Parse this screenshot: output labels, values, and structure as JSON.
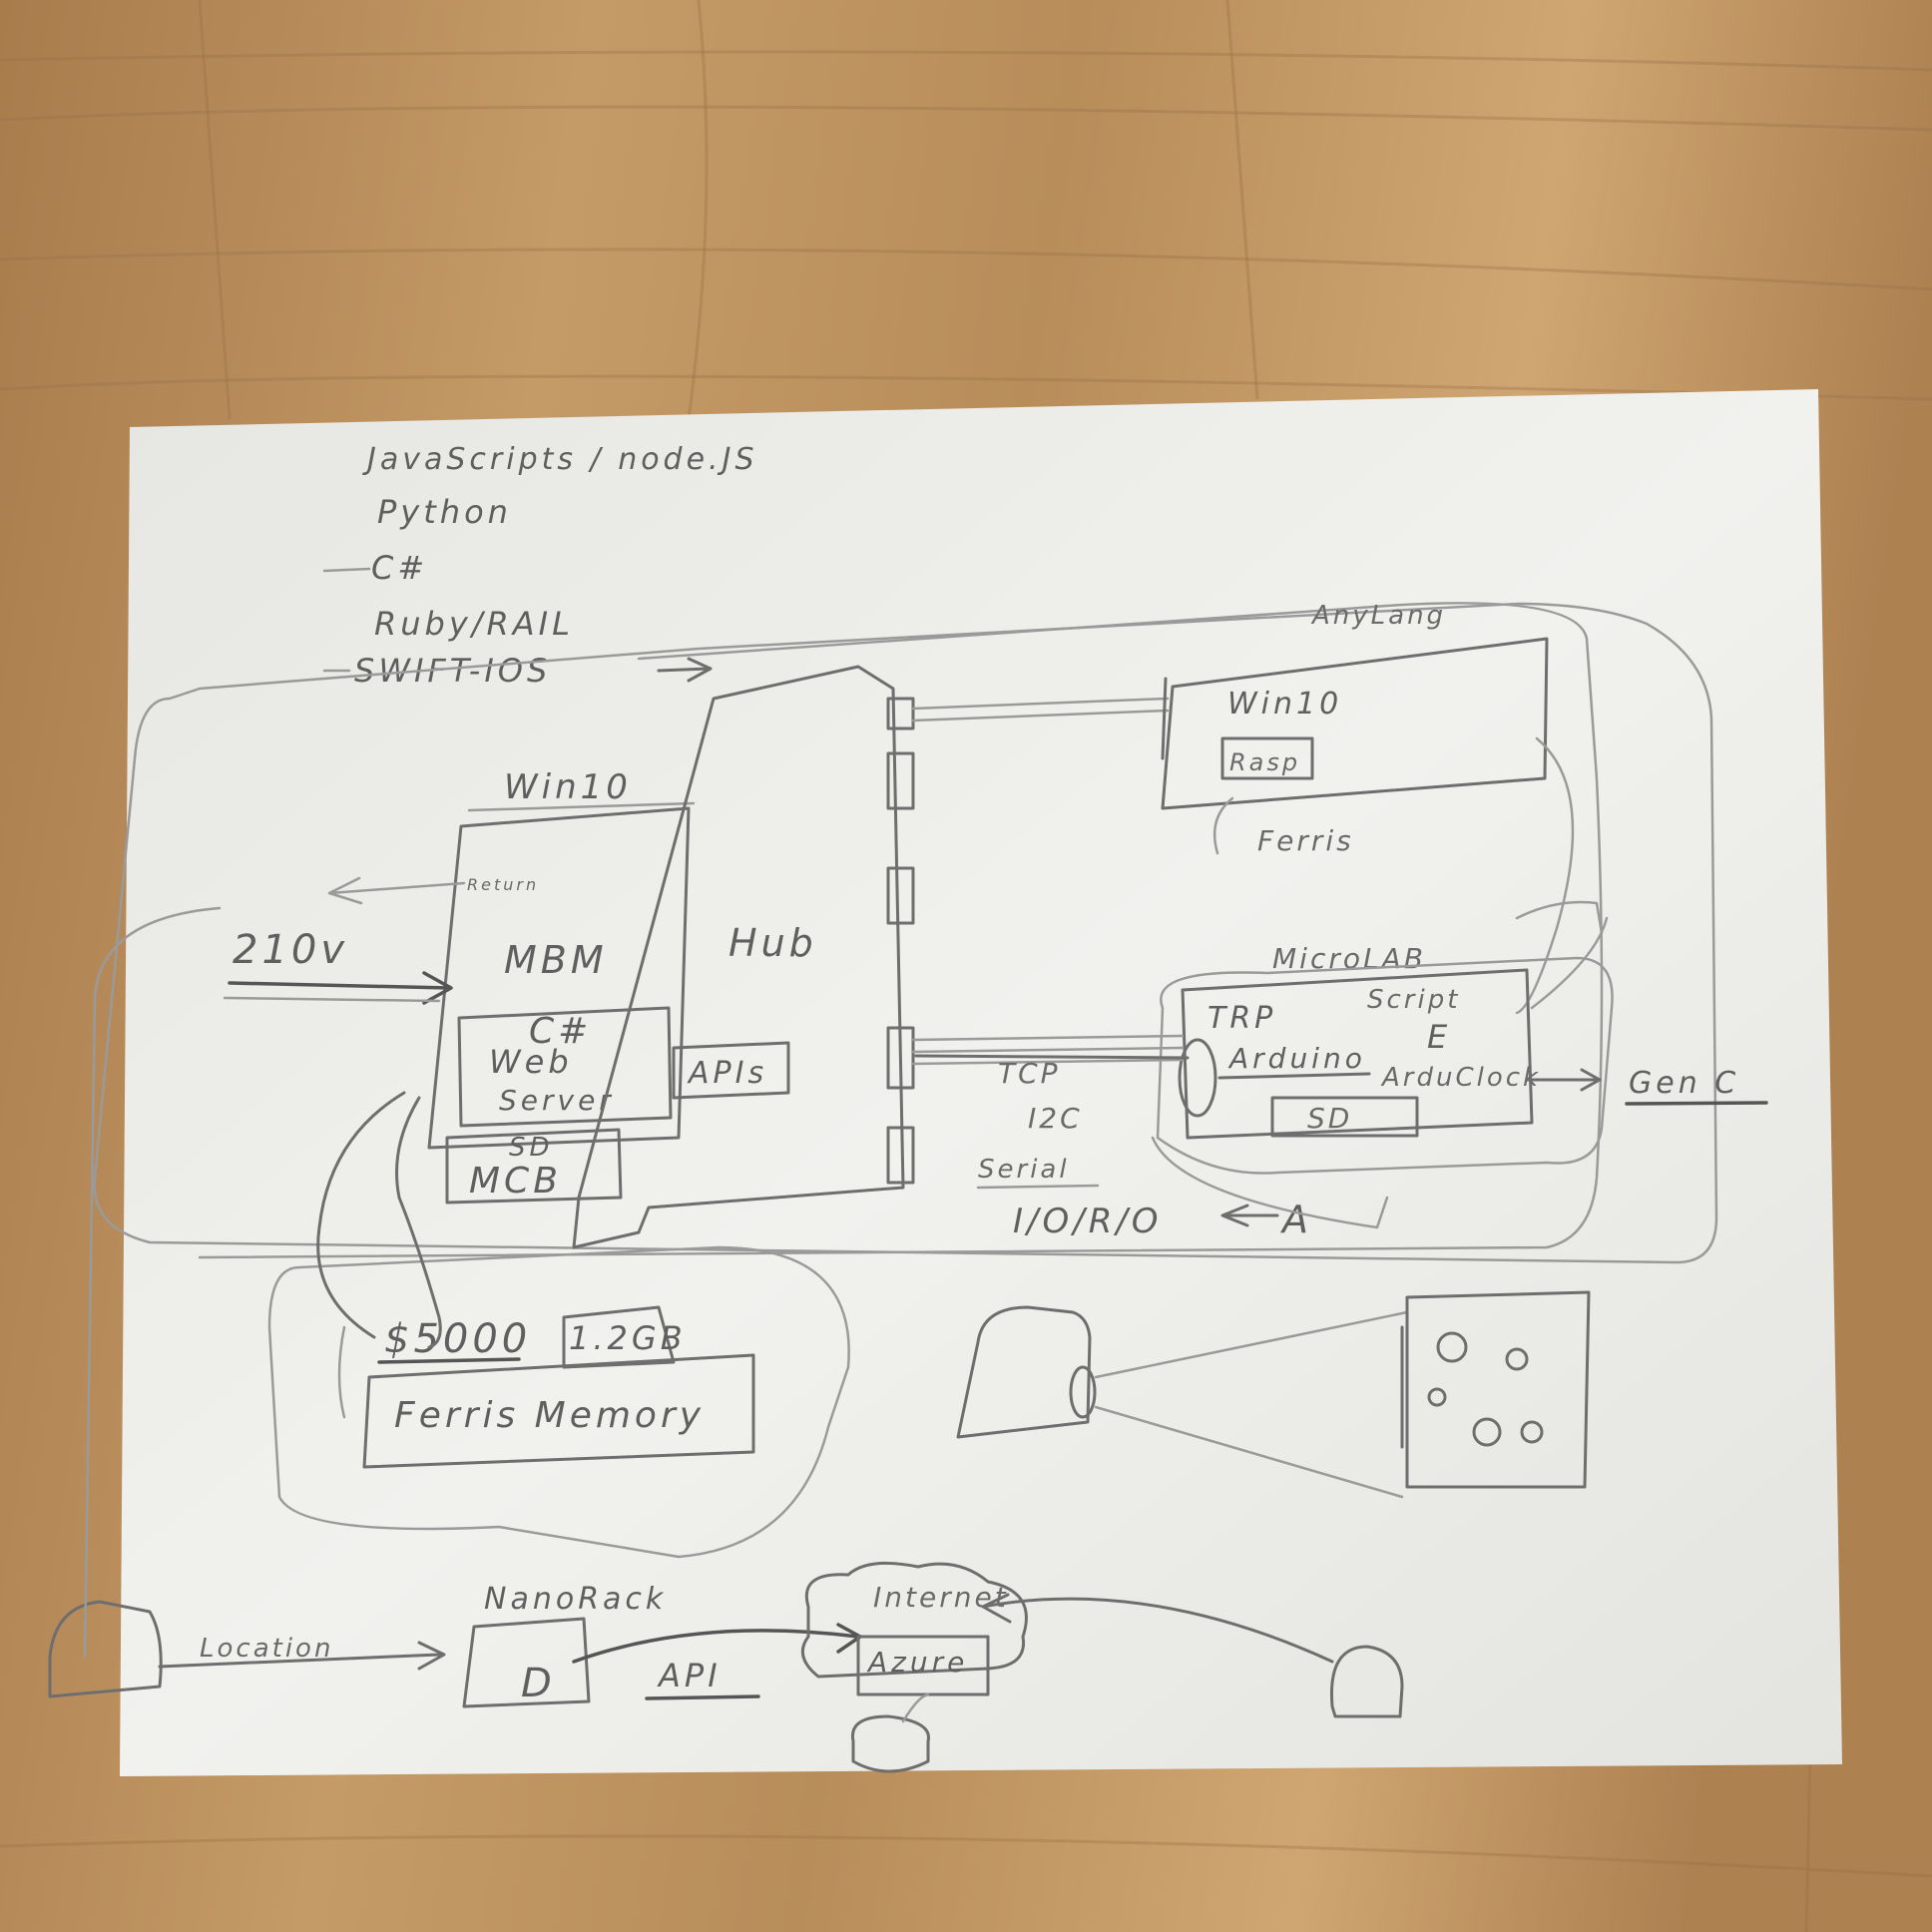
{
  "languages": [
    "JavaScripts / node.JS",
    "Python",
    "C#",
    "Ruby/RAIL",
    "SWIFT-IOS"
  ],
  "mbm": {
    "os": "Win10",
    "power": "210v",
    "return_label": "Return",
    "title": "MBM",
    "lang": "C#",
    "web": "Web",
    "server": "Server",
    "sd": "SD",
    "mcb": "MCB",
    "apis": "APIs"
  },
  "hub": {
    "label": "Hub"
  },
  "anylang": {
    "title": "AnyLang",
    "os": "Win10",
    "board": "Rasp",
    "note": "Ferris"
  },
  "microlab": {
    "title": "MicroLAB",
    "trp": "TRP",
    "arduino": "Arduino",
    "script": "Script",
    "e": "E",
    "arduclock": "ArduClock",
    "gen": "Gen C",
    "sd": "SD"
  },
  "protocols": [
    "TCP",
    "I2C",
    "Serial",
    "I/O/R/O"
  ],
  "protocol_note": "A",
  "budget": {
    "price": "$5000",
    "memory_size": "1.2GB",
    "memory_label": "Ferris Memory"
  },
  "bottom": {
    "location": "Location",
    "nanorack": "NanoRack",
    "d": "D",
    "api": "API",
    "internet": "Internet",
    "azure": "Azure"
  }
}
